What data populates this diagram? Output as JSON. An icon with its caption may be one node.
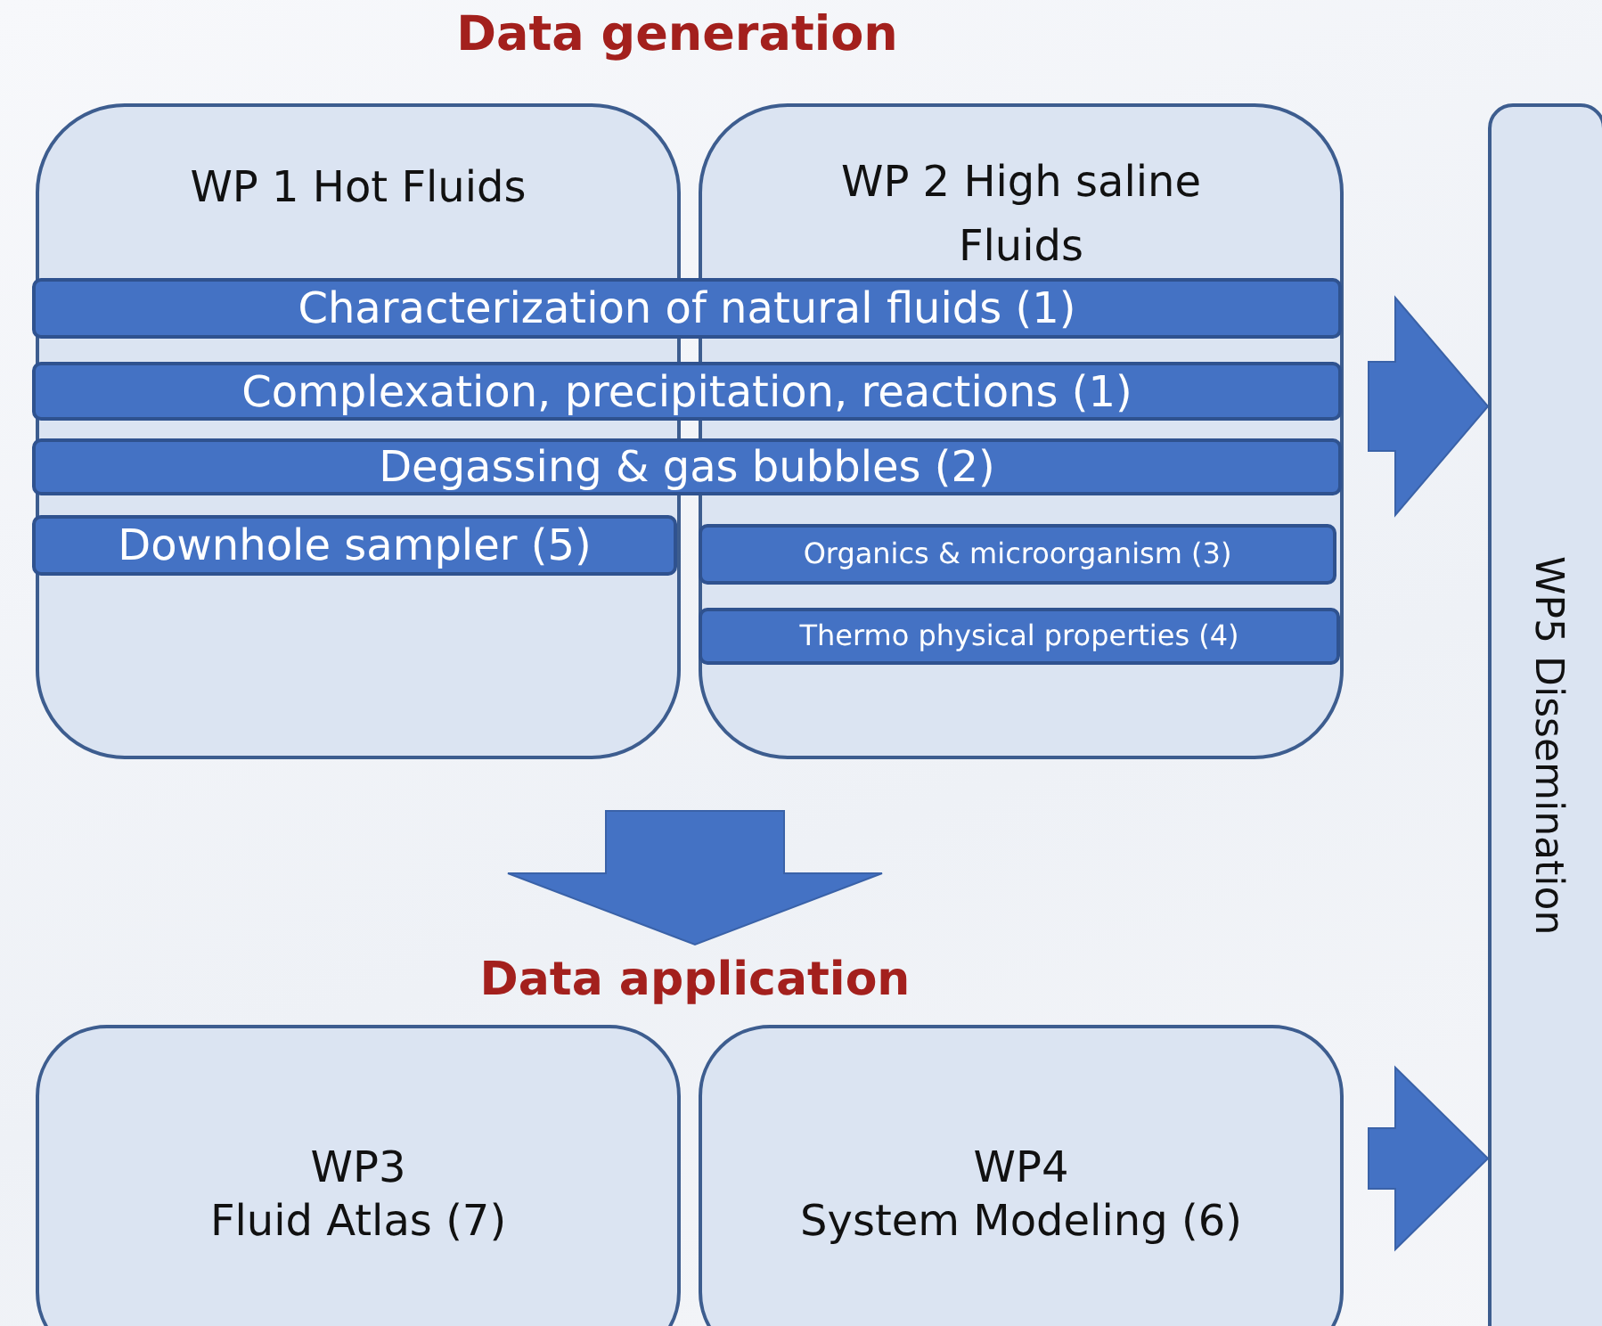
{
  "diagram": {
    "title": "Data generation",
    "nodes": [
      {
        "text": [
          "WP 1 Hot Fluids"
        ]
      },
      {
        "text": [
          "WP 2 High saline Fluids"
        ]
      },
      {
        "text": [
          "Characterization of natural fluids (1)"
        ]
      },
      {
        "text": [
          "Complexation, precipitation, reactions (1)"
        ]
      },
      {
        "text": [
          "Degassing & gas bubbles (2)"
        ]
      },
      {
        "text": [
          "Downhole sampler (5)"
        ],
        "in": 0
      },
      {
        "text": [
          "Organics & microorganism (3)"
        ],
        "in": 1
      },
      {
        "text": [
          "Thermo physical properties (4)"
        ],
        "in": 1
      },
      {
        "text": [
          "WP5 Dissemination"
        ]
      },
      {
        "text": [
          "Data application"
        ]
      },
      {
        "text": [
          "WP3",
          "Fluid Atlas (7)"
        ]
      },
      {
        "text": [
          "WP4",
          "System Modeling (6)"
        ]
      }
    ],
    "edges": [
      {
        "from": null,
        "to": 9,
        "arrow": "to",
        "style": "thick"
      },
      {
        "from": null,
        "to": 8,
        "arrow": "to",
        "style": "thick"
      },
      {
        "from": null,
        "to": 8,
        "arrow": "to",
        "style": "thick"
      }
    ]
  }
}
